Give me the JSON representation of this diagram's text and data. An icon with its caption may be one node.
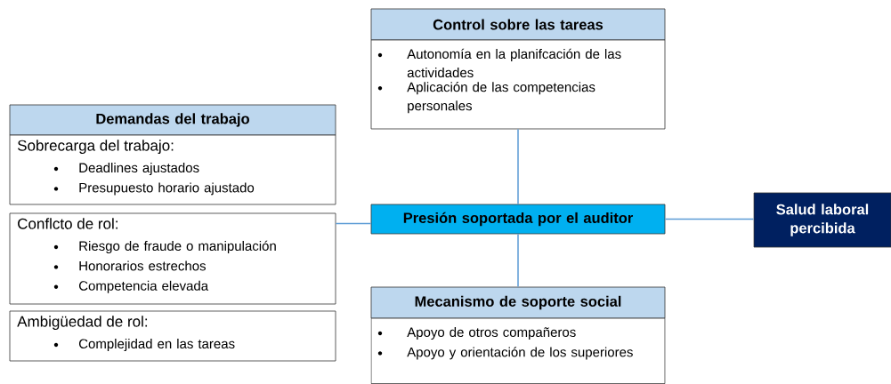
{
  "diagram": {
    "nodes": [
      {
        "text": [
          "Demandas del trabajo"
        ]
      },
      {
        "text": [
          "Sobrecarga del trabajo:",
          "Deadlines ajustados",
          "Presupuesto horario ajustado"
        ]
      },
      {
        "text": [
          "Conflcto de rol:",
          "Riesgo de fraude o manipulación",
          "Honorarios estrechos",
          "Competencia elevada"
        ]
      },
      {
        "text": [
          "Ambigüedad de rol:",
          "Complejidad en las tareas"
        ]
      },
      {
        "text": [
          "Control sobre las tareas"
        ]
      },
      {
        "text": [
          "Autonomía en la planifcación de las actividades",
          "Aplicación de las competencias personales"
        ]
      },
      {
        "text": [
          "Presión soportada por el auditor"
        ]
      },
      {
        "text": [
          "Mecanismo de soporte social"
        ]
      },
      {
        "text": [
          "Apoyo de otros compañeros",
          "Apoyo y orientación de los superiores"
        ]
      },
      {
        "text": [
          "Salud laboral percibida"
        ]
      }
    ],
    "edges": [
      {
        "from": 2,
        "to": 6,
        "arrow": "none"
      },
      {
        "from": 5,
        "to": 6,
        "arrow": "none"
      },
      {
        "from": 6,
        "to": 7,
        "arrow": "none"
      },
      {
        "from": 6,
        "to": 9,
        "arrow": "none"
      }
    ]
  }
}
